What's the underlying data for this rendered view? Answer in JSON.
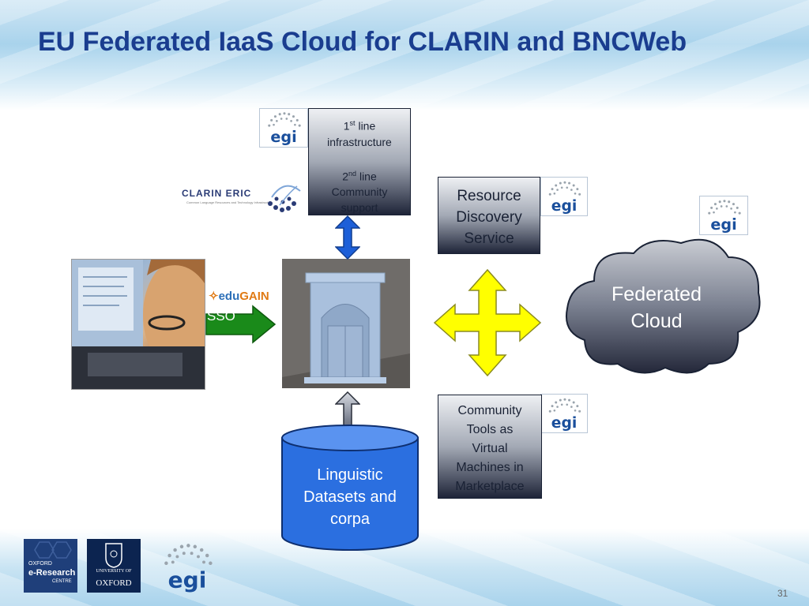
{
  "slide": {
    "title": "EU Federated IaaS Cloud for CLARIN and BNCWeb",
    "page_number": "31"
  },
  "support_box": {
    "first_num": "1",
    "first_sup": "st",
    "first_rest": " line",
    "first_desc": "infrastructure",
    "second_num": "2",
    "second_sup": "nd",
    "second_rest": " line",
    "second_desc_1": "Community",
    "second_desc_2": "support"
  },
  "resource_discovery": {
    "line1": "Resource",
    "line2": "Discovery",
    "line3": "Service"
  },
  "community_tools": {
    "line1": "Community",
    "line2": "Tools as",
    "line3": "Virtual",
    "line4": "Machines in",
    "line5": "Marketplace"
  },
  "federated_cloud": {
    "line1": "Federated",
    "line2": "Cloud"
  },
  "datasets": {
    "line1": "Linguistic",
    "line2": "Datasets and",
    "line3": "corpa"
  },
  "sso": {
    "label": "SSO"
  },
  "edugain": {
    "edu": "edu",
    "gain": "GAIN"
  },
  "clarin": {
    "name": "CLARIN ERIC",
    "tagline": "Common Language Resources and Technology Infrastructure"
  },
  "egi_logo": {
    "text": "egi"
  },
  "footer_logos": {
    "oerc_line1": "OXFORD",
    "oerc_line2": "e-Research",
    "oerc_line3": "CENTRE",
    "oxford_line1": "UNIVERSITY OF",
    "oxford_line2": "OXFORD"
  },
  "colors": {
    "title": "#1a3d8f",
    "sso_green": "#1a8a1a",
    "blue_arrow": "#1d5fd8",
    "yellow_arrow": "#ffff00",
    "cylinder_blue": "#2b6fe0",
    "egi_blue": "#1a4f9c"
  }
}
